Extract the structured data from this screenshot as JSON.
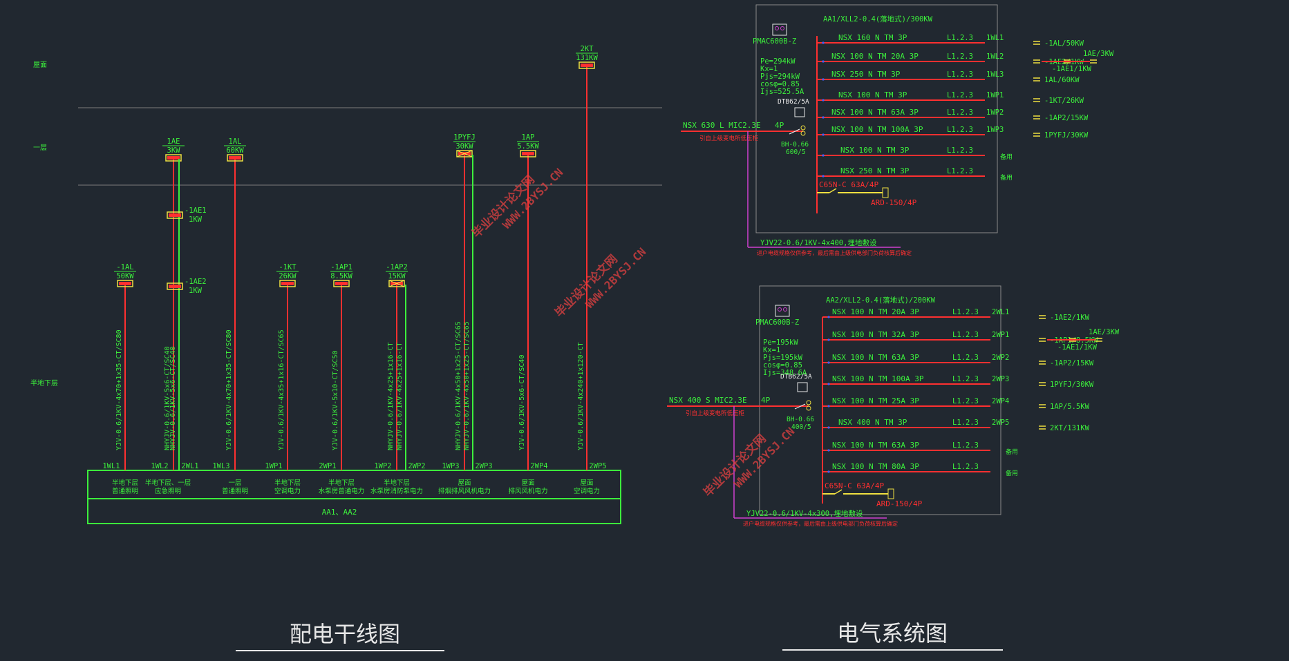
{
  "colors": {
    "background": "#212830",
    "green": "#3cf03c",
    "red": "#ff3030",
    "yellow": "#f0e040",
    "white": "#e8e8e8",
    "gray": "#8a8a8a",
    "magenta": "#d040d0",
    "watermark": "#e04040"
  },
  "left": {
    "floor_labels": [
      "屋面",
      "一层",
      "半地下层"
    ],
    "risers": [
      {
        "load": "-1AL",
        "power": "50KW",
        "cable": "YJV-0.6/1KV-4x70+1x35-CT/SC80",
        "circuit": "1WL1",
        "desc1": "半地下层",
        "desc2": "普通照明"
      },
      {
        "load": "1AE",
        "power": "3KW",
        "cable": "NHYJV-0.6/1KV-5x6-CT/SC40",
        "circuit": "1WL2",
        "desc1": "半地下层、一层",
        "desc2": "应急照明"
      },
      {
        "load": "",
        "power": "",
        "cable": "NHYJV-0.6/1KV-5x6-CT/SC40",
        "circuit": "2WL1",
        "desc1": "",
        "desc2": ""
      },
      {
        "load": "1AL",
        "power": "60KW",
        "cable": "YJV-0.6/1KV-4x70+1x35-CT/SC80",
        "circuit": "1WL3",
        "desc1": "一层",
        "desc2": "普通照明"
      },
      {
        "load": "-1KT",
        "power": "26KW",
        "cable": "YJV-0.6/1KV-4x35+1x16-CT/SC65",
        "circuit": "1WP1",
        "desc1": "半地下层",
        "desc2": "空调电力"
      },
      {
        "load": "-1AP1",
        "power": "8.5KW",
        "cable": "YJV-0.6/1KV-5x10-CT/SC50",
        "circuit": "2WP1",
        "desc1": "半地下层",
        "desc2": "水泵房普通电力"
      },
      {
        "load": "-1AP2",
        "power": "15KW",
        "cable": "NHYJV-0.6/1KV-4x25+1x16-CT",
        "circuit": "1WP2",
        "desc1": "半地下层",
        "desc2": "水泵房消防泵电力"
      },
      {
        "load": "",
        "power": "",
        "cable": "NHYJV-0.6/1KV-4x25+1x16-CT",
        "circuit": "2WP2",
        "desc1": "",
        "desc2": ""
      },
      {
        "load": "1PYFJ",
        "power": "30KW",
        "cable": "NHYJV-0.6/1KV-4x50+1x25-CT/SC65",
        "circuit": "1WP3",
        "desc1": "屋面",
        "desc2": "排烟排风风机电力"
      },
      {
        "load": "",
        "power": "",
        "cable": "NHYJV-0.6/1KV-4x50+1x25-CT/SC65",
        "circuit": "2WP3",
        "desc1": "",
        "desc2": ""
      },
      {
        "load": "1AP",
        "power": "5.5KW",
        "cable": "YJV-0.6/1KV-5x6-CT/SC40",
        "circuit": "2WP4",
        "desc1": "屋面",
        "desc2": "排风风机电力"
      },
      {
        "load": "2KT",
        "power": "131KW",
        "cable": "YJV-0.6/1KV-4x240+1x120-CT",
        "circuit": "2WP5",
        "desc1": "屋面",
        "desc2": "空调电力"
      }
    ],
    "sub_loads": [
      {
        "name": "-1AE1",
        "power": "1KW"
      },
      {
        "name": "-1AE2",
        "power": "1KW"
      }
    ],
    "panel_label": "AA1、AA2",
    "title": "配电干线图"
  },
  "aa1": {
    "header": "AA1/XLL2-0.4(落地式)/300KW",
    "meter": "PMAC600B-Z",
    "calc": [
      "Pe=294kW",
      "Kx=1",
      "Pjs=294kW",
      "cosφ=0.85",
      "Ijs=525.5A"
    ],
    "spd": "DTB62/5A",
    "incomer": "NSX 630 L MIC2.3E",
    "incomer_poles": "4P",
    "incomer_note": "引自上级变电所低压柜",
    "ct": [
      "BH-0.66",
      "600/5"
    ],
    "branches": [
      {
        "breaker": "NSX 160 N TM  3P",
        "phase": "L1.2.3",
        "circuit": "1WL1",
        "load": "-1AL/50KW"
      },
      {
        "breaker": "NSX 100 N TM 20A 3P",
        "phase": "L1.2.3",
        "circuit": "1WL2",
        "load": "-1AE2/1KW"
      },
      {
        "breaker": "NSX 250 N TM  3P",
        "phase": "L1.2.3",
        "circuit": "1WL3",
        "load": "1AL/60KW"
      },
      {
        "breaker": "NSX 100 N TM  3P",
        "phase": "L1.2.3",
        "circuit": "1WP1",
        "load": "-1KT/26KW"
      },
      {
        "breaker": "NSX 100 N TM 63A 3P",
        "phase": "L1.2.3",
        "circuit": "1WP2",
        "load": "-1AP2/15KW"
      },
      {
        "breaker": "NSX 100 N TM 100A 3P",
        "phase": "L1.2.3",
        "circuit": "1WP3",
        "load": "1PYFJ/30KW"
      },
      {
        "breaker": "NSX 100 N TM  3P",
        "phase": "L1.2.3",
        "circuit": "",
        "load": "备用"
      },
      {
        "breaker": "NSX 250 N TM  3P",
        "phase": "L1.2.3",
        "circuit": "",
        "load": "备用"
      }
    ],
    "extra_loads": [
      "1AE/3KW",
      "-1AE1/1KW"
    ],
    "rcd": "C65N-C 63A/4P",
    "ard": "ARD-150/4P",
    "cable": "YJV22-0.6/1KV-4x400,埋地敷设",
    "cable_note": "进户电缆规格仅供参考，最后需由上级供电部门负荷核算后确定"
  },
  "aa2": {
    "header": "AA2/XLL2-0.4(落地式)/200KW",
    "meter": "PMAC600B-Z",
    "calc": [
      "Pe=195kW",
      "Kx=1",
      "Pjs=195kW",
      "cosφ=0.85",
      "Ijs=348.6A"
    ],
    "spd": "DTB62/5A",
    "incomer": "NSX 400 S MIC2.3E",
    "incomer_poles": "4P",
    "incomer_note": "引自上级变电所低压柜",
    "ct": [
      "BH-0.66",
      "400/5"
    ],
    "branches": [
      {
        "breaker": "NSX 100 N TM 20A 3P",
        "phase": "L1.2.3",
        "circuit": "2WL1",
        "load": "-1AE2/1KW"
      },
      {
        "breaker": "NSX 100 N TM 32A 3P",
        "phase": "L1.2.3",
        "circuit": "2WP1",
        "load": "-1AP1/8.5KW"
      },
      {
        "breaker": "NSX 100 N TM 63A 3P",
        "phase": "L1.2.3",
        "circuit": "2WP2",
        "load": "-1AP2/15KW"
      },
      {
        "breaker": "NSX 100 N TM 100A 3P",
        "phase": "L1.2.3",
        "circuit": "2WP3",
        "load": "1PYFJ/30KW"
      },
      {
        "breaker": "NSX 100 N TM 25A 3P",
        "phase": "L1.2.3",
        "circuit": "2WP4",
        "load": "1AP/5.5KW"
      },
      {
        "breaker": "NSX 400 N TM  3P",
        "phase": "L1.2.3",
        "circuit": "2WP5",
        "load": "2KT/131KW"
      },
      {
        "breaker": "NSX 100 N TM 63A 3P",
        "phase": "L1.2.3",
        "circuit": "",
        "load": "备用"
      },
      {
        "breaker": "NSX 100 N TM 80A 3P",
        "phase": "L1.2.3",
        "circuit": "",
        "load": "备用"
      }
    ],
    "extra_loads": [
      "1AE/3KW",
      "-1AE1/1KW"
    ],
    "rcd": "C65N-C 63A/4P",
    "ard": "ARD-150/4P",
    "cable": "YJV22-0.6/1KV-4x300,埋地敷设",
    "cable_note": "进户电缆规格仅供参考，最后需由上级供电部门负荷核算后确定"
  },
  "right_title": "电气系统图",
  "watermark": {
    "cn": "毕业设计论文网",
    "url": "WWW.2BYSJ.CN"
  }
}
